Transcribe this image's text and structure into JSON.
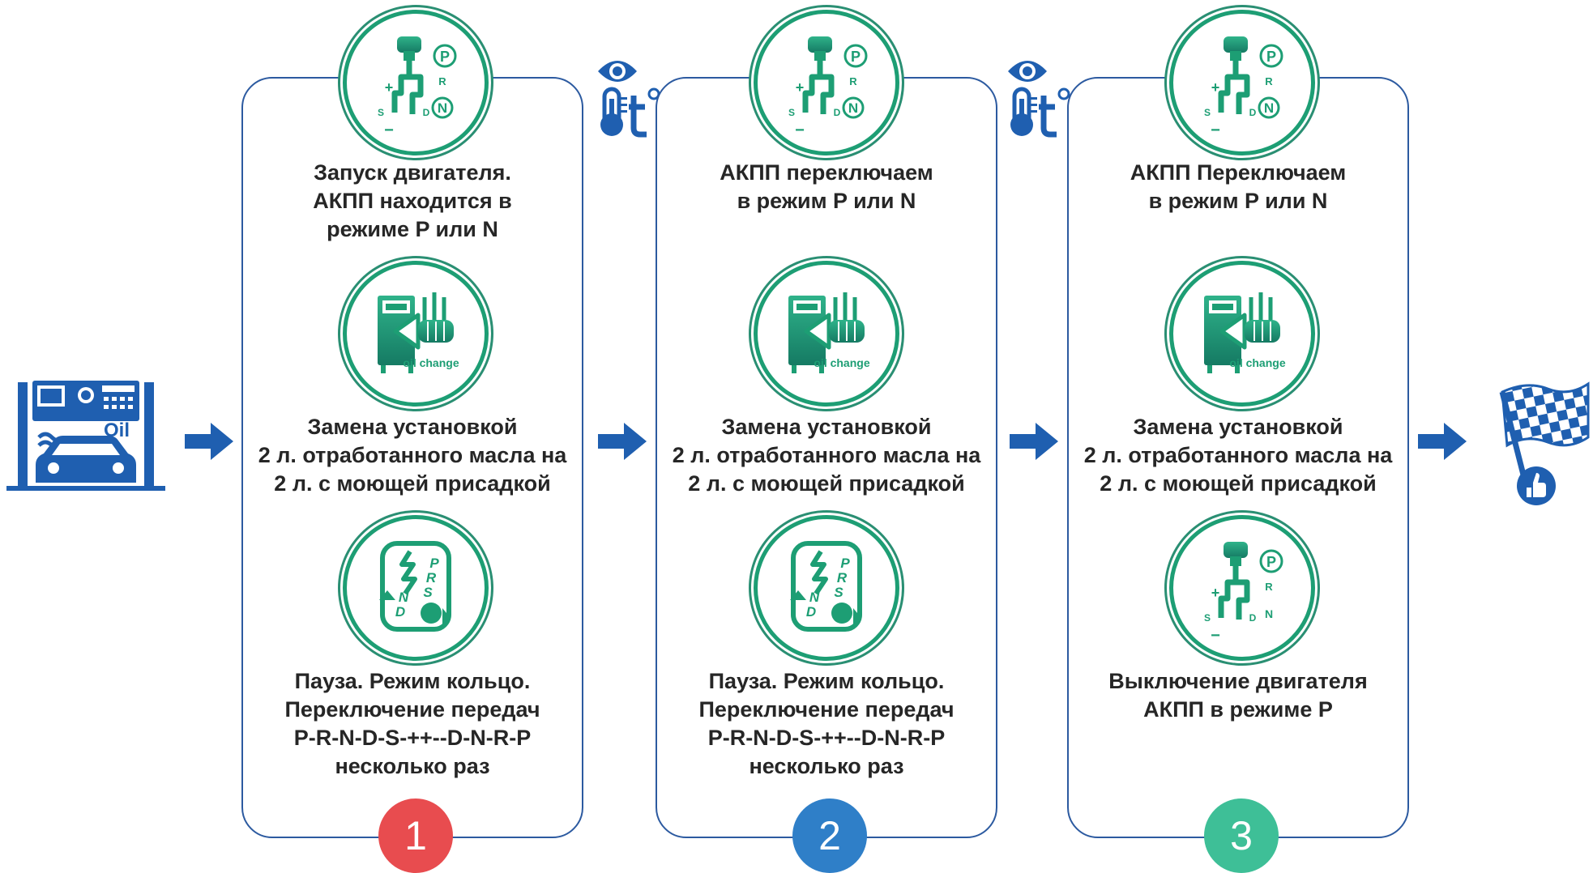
{
  "colors": {
    "panel_border": "#2c5aa0",
    "icon_green": "#1d9e74",
    "icon_blue": "#1f5fb0",
    "arrow_blue": "#1f5fb0",
    "badge_1": "#e84c4f",
    "badge_2": "#2f7fc8",
    "badge_3": "#3ebf97"
  },
  "icons": {
    "start": "car-service-oil-icon",
    "finish": "checkered-flag-thumbs-up-icon",
    "inspect": "eye-thermometer-icon",
    "gear": "gear-shifter-icon",
    "oil": "oil-change-machine-icon",
    "cycle": "gear-cycle-icon"
  },
  "start_icon": {
    "label": "Oil"
  },
  "oil_icon_label": "oil change",
  "gear_letters": {
    "p": "P",
    "r": "R",
    "n": "N",
    "plus": "+",
    "minus": "−",
    "s": "S",
    "d": "D"
  },
  "cycle_letters": {
    "p": "P",
    "r": "R",
    "s": "S",
    "n": "N",
    "d": "D"
  },
  "steps": [
    {
      "number": "1",
      "top_text": "Запуск двигателя.\nАКПП находится в\nрежиме P или N",
      "middle_text": "Замена установкой\n2 л. отработанного масла на\n2 л. с моющей присадкой",
      "bottom_text": "Пауза. Режим кольцо.\nПереключение передач\nP-R-N-D-S-++--D-N-R-P\nнесколько раз"
    },
    {
      "number": "2",
      "top_text": "АКПП переключаем\nв режим P или N",
      "middle_text": "Замена установкой\n2 л. отработанного масла на\n2 л. с моющей присадкой",
      "bottom_text": "Пауза. Режим кольцо.\nПереключение передач\nP-R-N-D-S-++--D-N-R-P\nнесколько раз"
    },
    {
      "number": "3",
      "top_text": "АКПП Переключаем\nв режим P или N",
      "middle_text": "Замена установкой\n2 л. отработанного масла на\n2 л. с моющей присадкой",
      "bottom_text": "Выключение двигателя\nАКПП в режиме P"
    }
  ]
}
